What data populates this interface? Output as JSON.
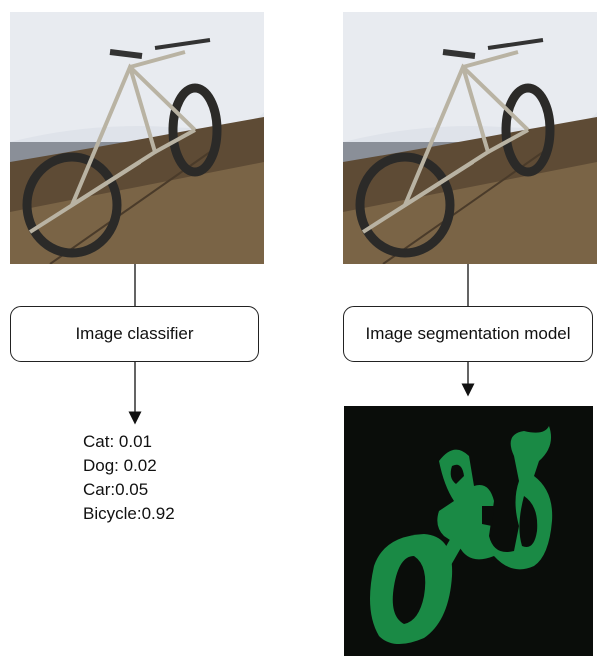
{
  "left_box": {
    "label": "Image classifier"
  },
  "right_box": {
    "label": "Image segmentation model"
  },
  "classifier_results": [
    {
      "text": "Cat: 0.01"
    },
    {
      "text": "Dog: 0.02"
    },
    {
      "text": "Car:0.05"
    },
    {
      "text": "Bicycle:0.92"
    }
  ],
  "colors": {
    "mask_background": "#0a0d0a",
    "mask_foreground": "#1a8a45",
    "box_border": "#222222"
  }
}
